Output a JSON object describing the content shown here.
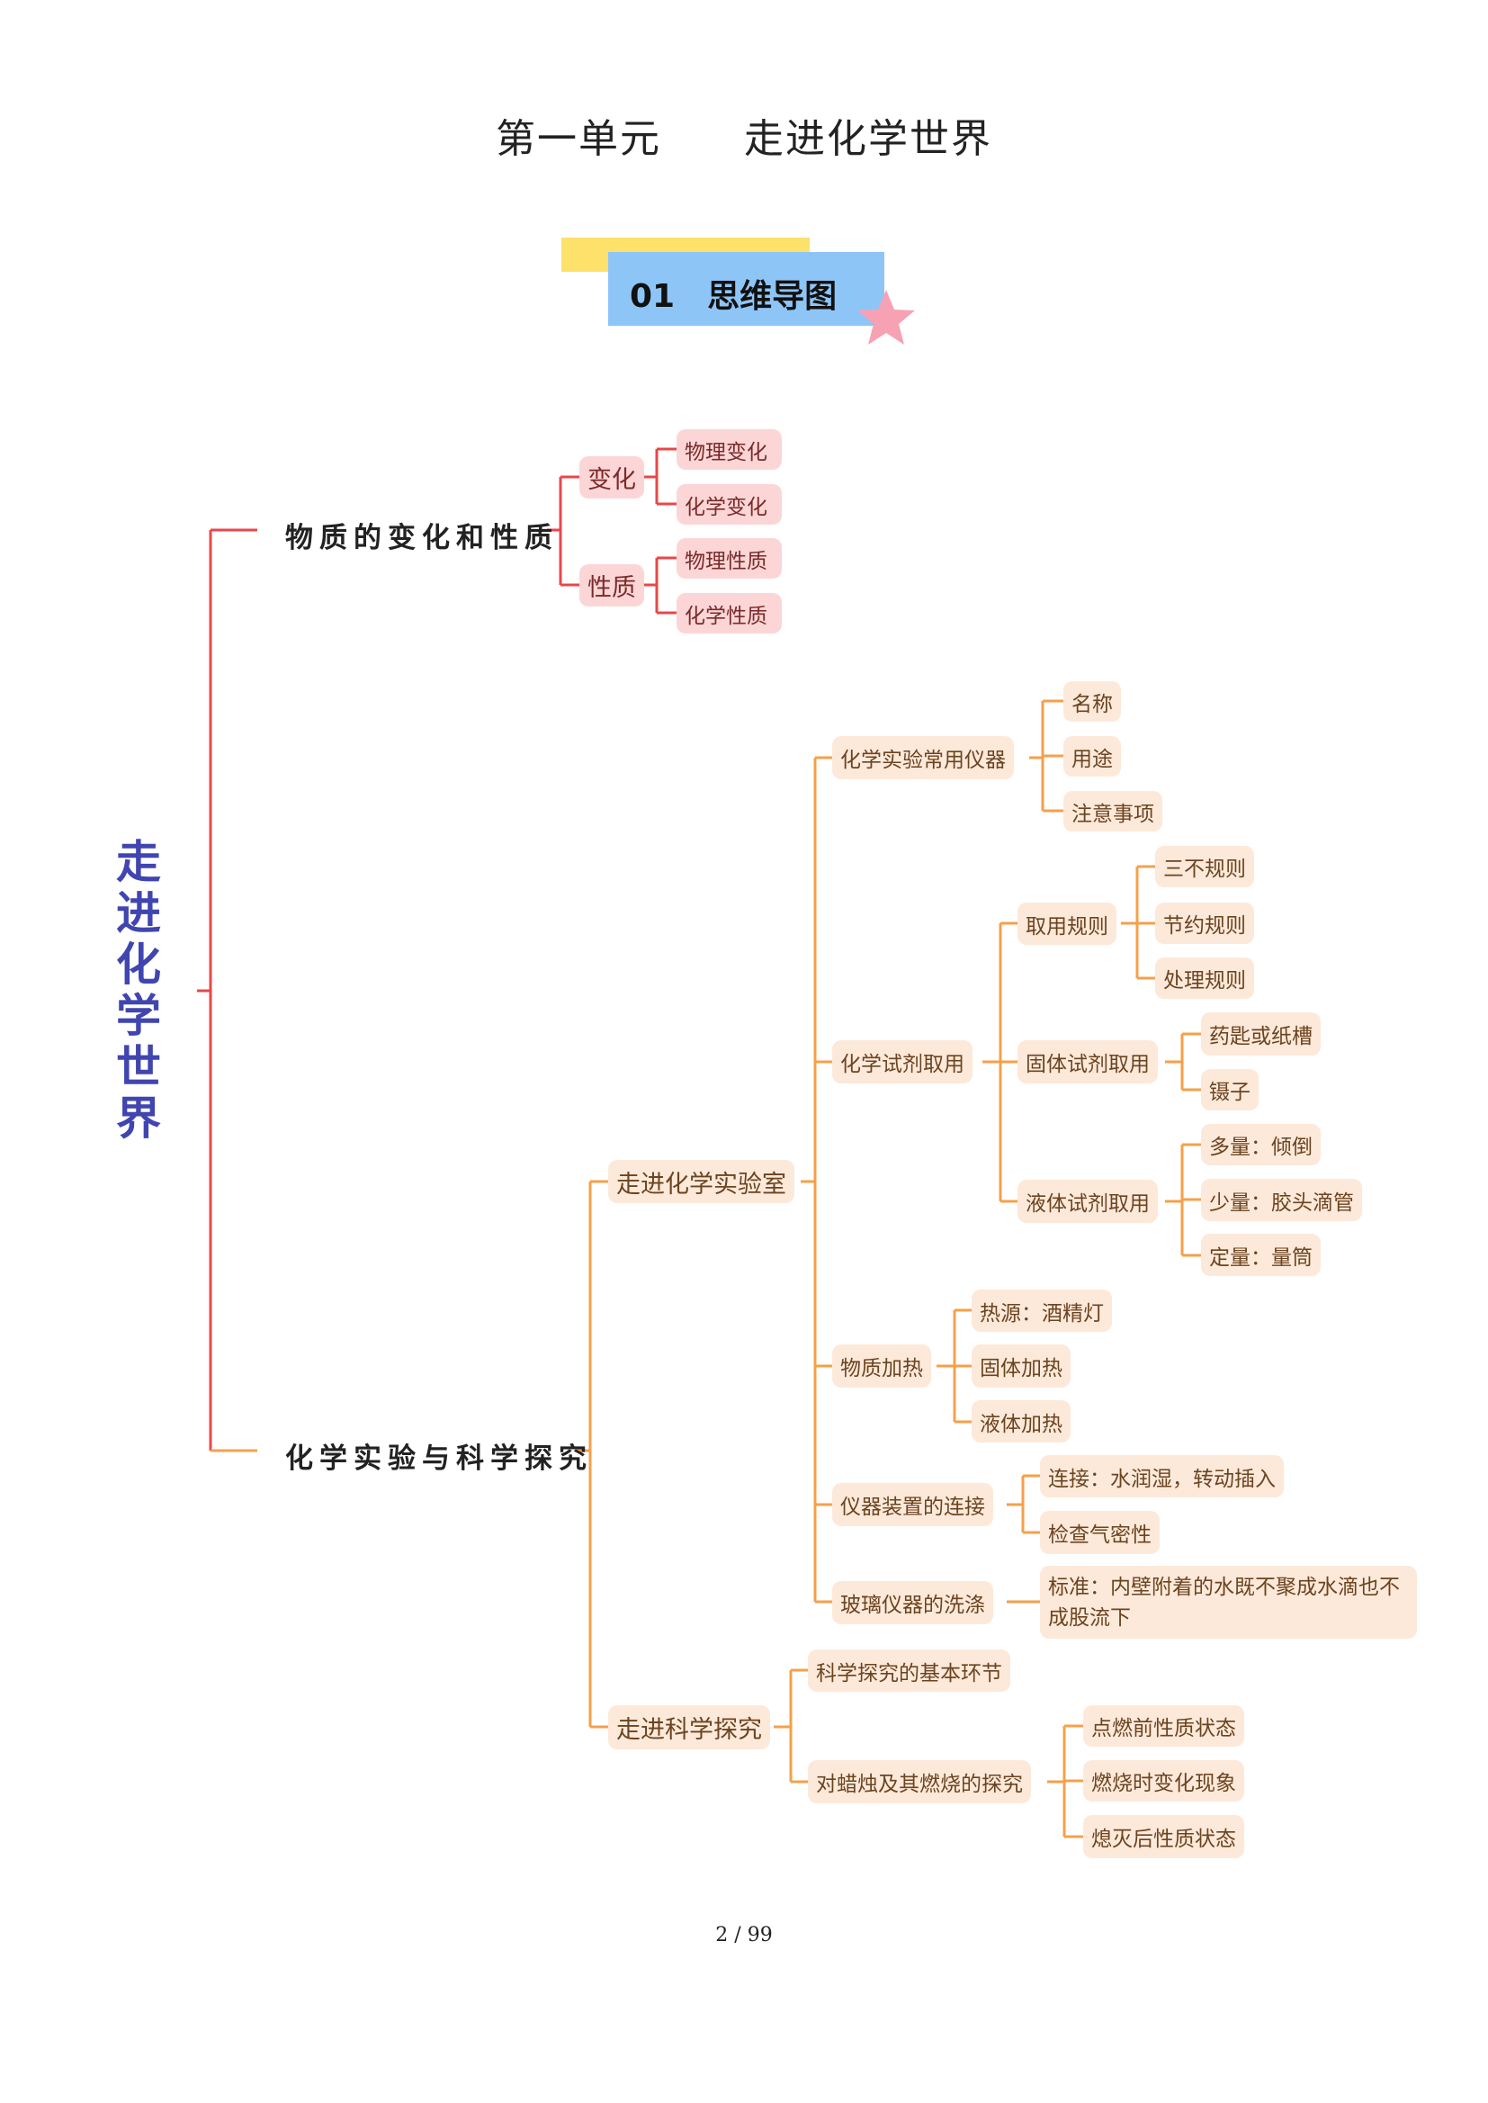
{
  "header": {
    "title": "第一单元　　走进化学世界",
    "banner_number": "01",
    "banner_label": "思维导图"
  },
  "mindmap": {
    "root": "走进化学世界",
    "branches": [
      {
        "label": "物质的变化和性质",
        "children": [
          {
            "label": "变化",
            "children": [
              {
                "label": "物理变化"
              },
              {
                "label": "化学变化"
              }
            ]
          },
          {
            "label": "性质",
            "children": [
              {
                "label": "物理性质"
              },
              {
                "label": "化学性质"
              }
            ]
          }
        ]
      },
      {
        "label": "化学实验与科学探究",
        "children": [
          {
            "label": "走进化学实验室",
            "children": [
              {
                "label": "化学实验常用仪器",
                "children": [
                  {
                    "label": "名称"
                  },
                  {
                    "label": "用途"
                  },
                  {
                    "label": "注意事项"
                  }
                ]
              },
              {
                "label": "化学试剂取用",
                "children": [
                  {
                    "label": "取用规则",
                    "children": [
                      {
                        "label": "三不规则"
                      },
                      {
                        "label": "节约规则"
                      },
                      {
                        "label": "处理规则"
                      }
                    ]
                  },
                  {
                    "label": "固体试剂取用",
                    "children": [
                      {
                        "label": "药匙或纸槽"
                      },
                      {
                        "label": "镊子"
                      }
                    ]
                  },
                  {
                    "label": "液体试剂取用",
                    "children": [
                      {
                        "label": "多量：倾倒"
                      },
                      {
                        "label": "少量：胶头滴管"
                      },
                      {
                        "label": "定量：量筒"
                      }
                    ]
                  }
                ]
              },
              {
                "label": "物质加热",
                "children": [
                  {
                    "label": "热源：酒精灯"
                  },
                  {
                    "label": "固体加热"
                  },
                  {
                    "label": "液体加热"
                  }
                ]
              },
              {
                "label": "仪器装置的连接",
                "children": [
                  {
                    "label": "连接：水润湿，转动插入"
                  },
                  {
                    "label": "检查气密性"
                  }
                ]
              },
              {
                "label": "玻璃仪器的洗涤",
                "children": [
                  {
                    "label": "标准：内壁附着的水既不聚成水滴也不成股流下"
                  }
                ]
              }
            ]
          },
          {
            "label": "走进科学探究",
            "children": [
              {
                "label": "科学探究的基本环节"
              },
              {
                "label": "对蜡烛及其燃烧的探究",
                "children": [
                  {
                    "label": "点燃前性质状态"
                  },
                  {
                    "label": "燃烧时变化现象"
                  },
                  {
                    "label": "熄灭后性质状态"
                  }
                ]
              }
            ]
          }
        ]
      }
    ]
  },
  "colors": {
    "red_line": "#e8474a",
    "orange_line": "#f5a04a",
    "pink_node": "#fcd6d6",
    "orange_node": "#fde9da",
    "root_text": "#4045b0"
  },
  "footer": {
    "page": "2 / 99"
  }
}
